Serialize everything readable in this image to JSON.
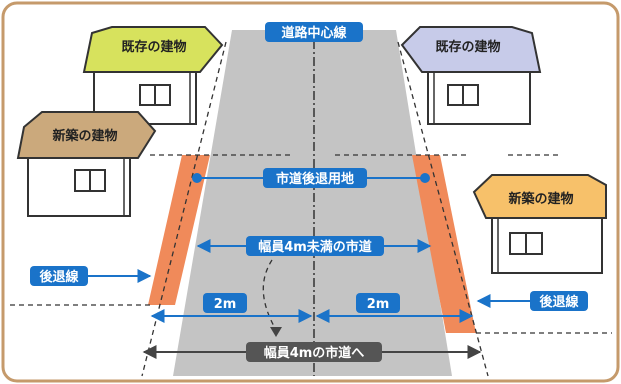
{
  "labels": {
    "center_line": "道路中心線",
    "setback_land": "市道後退用地",
    "road_width_under_4m": "幅員4m未満の市道",
    "setback_line_left": "後退線",
    "setback_line_right": "後退線",
    "two_m_left": "2m",
    "two_m_right": "2m",
    "road_4m": "幅員4mの市道へ"
  },
  "buildings": {
    "existing_left": "既存の建物",
    "existing_right": "既存の建物",
    "new_left": "新築の建物",
    "new_right": "新築の建物"
  },
  "colors": {
    "frame": "#c59a6b",
    "road": "#c4c4c4",
    "setback": "#f08a5a",
    "label_blue": "#1a73c9",
    "roof_yellow": "#d7e25d",
    "roof_blue": "#c7cbe9",
    "roof_tan": "#cba97c",
    "roof_orange": "#f7c16a"
  },
  "icons": {
    "arrow": "arrow-icon",
    "dot": "dot-icon"
  }
}
